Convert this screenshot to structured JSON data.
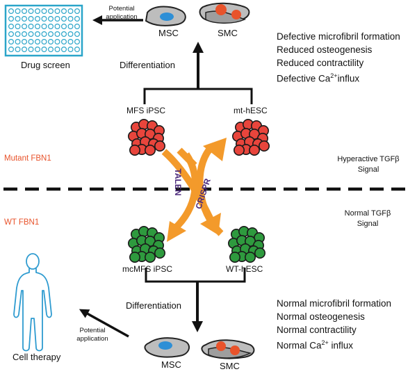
{
  "top": {
    "potential_application_line1": "Potential",
    "potential_application_line2": "application",
    "msc_label": "MSC",
    "smc_label": "SMC",
    "drug_screen": "Drug screen",
    "differentiation": "Differentiation",
    "outcomes": [
      "Defective microfibril formation",
      "Reduced osteogenesis",
      "Reduced contractility"
    ],
    "calcium_prefix": "Defective Ca",
    "calcium_sup": "2+",
    "calcium_suffix": "influx"
  },
  "cells": {
    "mfs_ipsc": "MFS iPSC",
    "mt_hesc": "mt-hESC",
    "mcmfs_ipsc": "mcMFS iPSC",
    "wt_hesc": "WT-hESC"
  },
  "editing": {
    "talen": "TALEN",
    "crispr": "CRISPR"
  },
  "side_labels": {
    "mutant": "Mutant FBN1",
    "wt": "WT FBN1"
  },
  "signals": {
    "hyperactive_line1": "Hyperactive TGFβ",
    "hyperactive_line2": "Signal",
    "normal_line1": "Normal TGFβ",
    "normal_line2": "Signal"
  },
  "bottom": {
    "differentiation": "Differentiation",
    "potential_application_line1": "Potential",
    "potential_application_line2": "application",
    "cell_therapy": "Cell therapy",
    "msc_label": "MSC",
    "smc_label": "SMC",
    "outcomes": [
      "Normal microfibril formation",
      "Normal osteogenesis",
      "Normal contractility"
    ],
    "calcium_prefix": "Normal Ca",
    "calcium_sup": "2+",
    "calcium_suffix": " influx"
  },
  "colors": {
    "mutant_cell": "#e8453c",
    "wt_cell": "#2e9a3e",
    "arrow_orange": "#f39a2b",
    "label_red": "#e8532b",
    "editing_text": "#4b2a7b",
    "plate_blue": "#2aa5c9",
    "nucleus_blue": "#2e8fd6",
    "nucleus_red": "#e8532b",
    "body_outline": "#2e9bd0"
  },
  "icons": [
    "well-plate-icon",
    "cell-cluster-icon",
    "human-figure-icon",
    "mesenchymal-cell-icon",
    "smooth-muscle-cell-icon"
  ]
}
